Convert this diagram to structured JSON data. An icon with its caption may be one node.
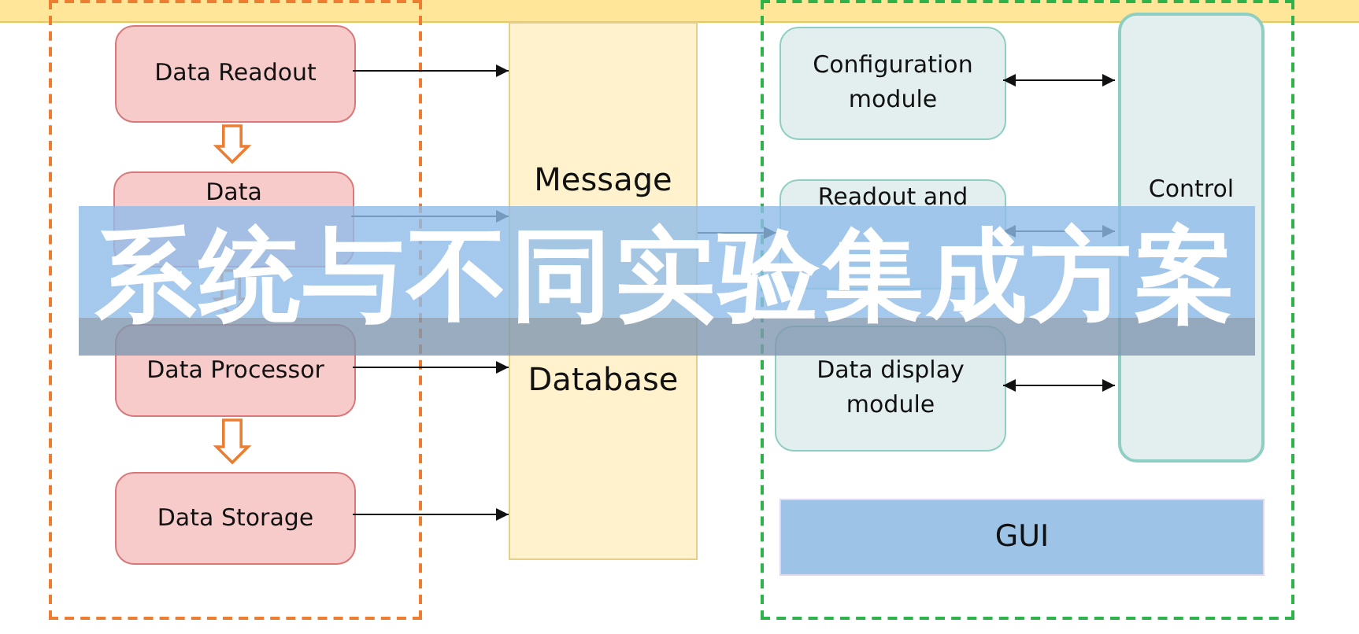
{
  "diagram": {
    "title": "系统与不同实验集成方案",
    "nodes": [
      {
        "text": [],
        "shape": "box"
      },
      {
        "text": [
          "Data Readout"
        ],
        "in": 0
      },
      {
        "text": [
          "Data"
        ],
        "in": 0
      },
      {
        "text": [
          "Data Processor"
        ],
        "in": 0
      },
      {
        "text": [
          "Data Storage"
        ],
        "in": 0
      },
      {
        "text": [
          "Message",
          "Database"
        ]
      },
      {
        "text": [],
        "shape": "box"
      },
      {
        "text": [
          "Configuration module"
        ],
        "in": 6
      },
      {
        "text": [
          "Readout and"
        ],
        "in": 6
      },
      {
        "text": [
          "Data display module"
        ],
        "in": 6
      },
      {
        "text": [
          "Control"
        ],
        "in": 6
      },
      {
        "text": [
          "GUI"
        ],
        "in": 6
      }
    ],
    "edges": [
      {
        "from": 1,
        "to": 2,
        "arrow": "to",
        "style": "thick",
        "color": "#ed7d31"
      },
      {
        "from": 2,
        "to": 3,
        "arrow": "to",
        "style": "thick",
        "color": "#ed7d31"
      },
      {
        "from": 3,
        "to": 4,
        "arrow": "to",
        "style": "thick",
        "color": "#ed7d31"
      },
      {
        "from": 1,
        "to": 5,
        "arrow": "to"
      },
      {
        "from": 2,
        "to": 5,
        "arrow": "to"
      },
      {
        "from": 3,
        "to": 5,
        "arrow": "to"
      },
      {
        "from": 4,
        "to": 5,
        "arrow": "to"
      },
      {
        "from": 5,
        "to": 8,
        "arrow": "to"
      },
      {
        "from": 7,
        "to": 10,
        "arrow": "both"
      },
      {
        "from": 8,
        "to": 10,
        "arrow": "both"
      },
      {
        "from": 9,
        "to": 10,
        "arrow": "both"
      }
    ]
  }
}
